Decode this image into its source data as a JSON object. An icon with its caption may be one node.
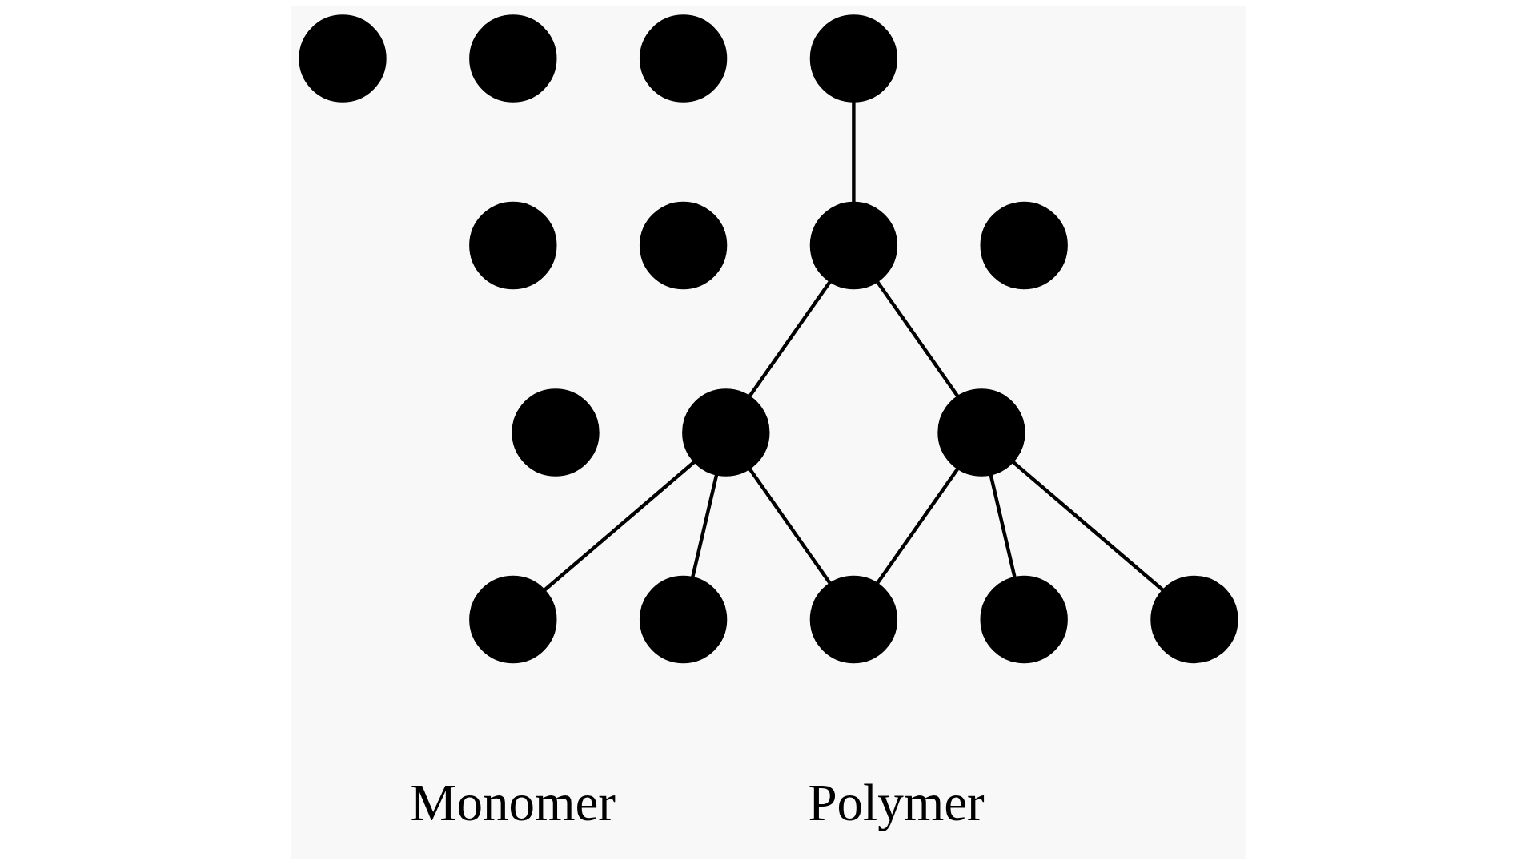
{
  "diagram": {
    "nodes": [
      {
        "text": [],
        "shape": "circle"
      },
      {
        "text": [],
        "shape": "circle"
      },
      {
        "text": [],
        "shape": "circle"
      },
      {
        "text": [],
        "shape": "circle"
      },
      {
        "text": [],
        "shape": "circle"
      },
      {
        "text": [],
        "shape": "circle"
      },
      {
        "text": [],
        "shape": "circle"
      },
      {
        "text": [],
        "shape": "circle"
      },
      {
        "text": [],
        "shape": "circle"
      },
      {
        "text": [],
        "shape": "circle"
      },
      {
        "text": [],
        "shape": "circle"
      },
      {
        "text": [],
        "shape": "circle"
      },
      {
        "text": [],
        "shape": "circle"
      },
      {
        "text": [],
        "shape": "circle"
      },
      {
        "text": [],
        "shape": "circle"
      },
      {
        "text": [],
        "shape": "circle"
      }
    ],
    "edges": [
      {
        "from": 6,
        "to": 7,
        "arrow": "none"
      },
      {
        "from": 7,
        "to": 9,
        "arrow": "none"
      },
      {
        "from": 7,
        "to": 12,
        "arrow": "none"
      },
      {
        "from": 9,
        "to": 10,
        "arrow": "none"
      },
      {
        "from": 9,
        "to": 11,
        "arrow": "none"
      },
      {
        "from": 9,
        "to": 13,
        "arrow": "none"
      },
      {
        "from": 12,
        "to": 13,
        "arrow": "none"
      },
      {
        "from": 12,
        "to": 14,
        "arrow": "none"
      },
      {
        "from": 12,
        "to": 15,
        "arrow": "none"
      }
    ],
    "labels": [
      "Monomer",
      "Polymer"
    ]
  }
}
